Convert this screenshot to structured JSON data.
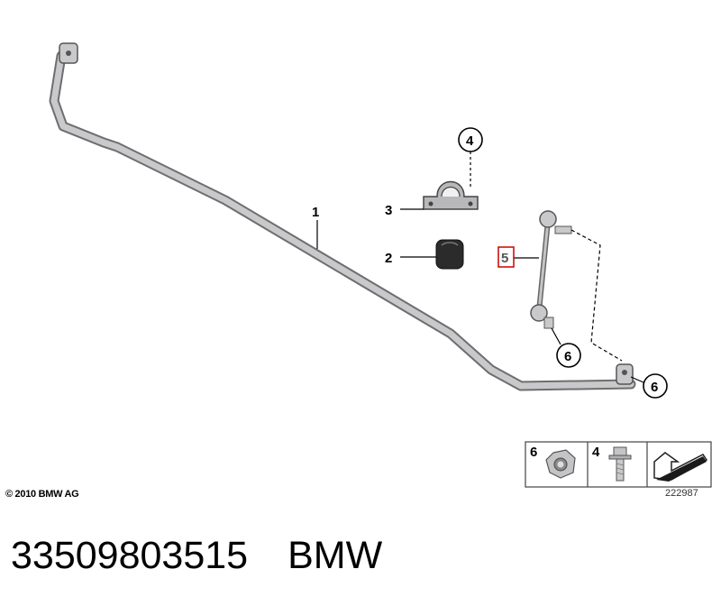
{
  "callouts": [
    {
      "id": "1",
      "text": "1"
    },
    {
      "id": "2",
      "text": "2"
    },
    {
      "id": "3",
      "text": "3"
    },
    {
      "id": "4",
      "text": "4"
    },
    {
      "id": "5",
      "text": "5"
    },
    {
      "id": "6a",
      "text": "6"
    },
    {
      "id": "6b",
      "text": "6"
    }
  ],
  "legend": {
    "item_6": "6",
    "item_4": "4"
  },
  "copyright": "© 2010 BMW AG",
  "reference_number": "222987",
  "part_number": "33509803515",
  "brand": "BMW",
  "colors": {
    "highlight": "#cc0000",
    "bar": "#b5b5b8",
    "outline": "#555555"
  }
}
